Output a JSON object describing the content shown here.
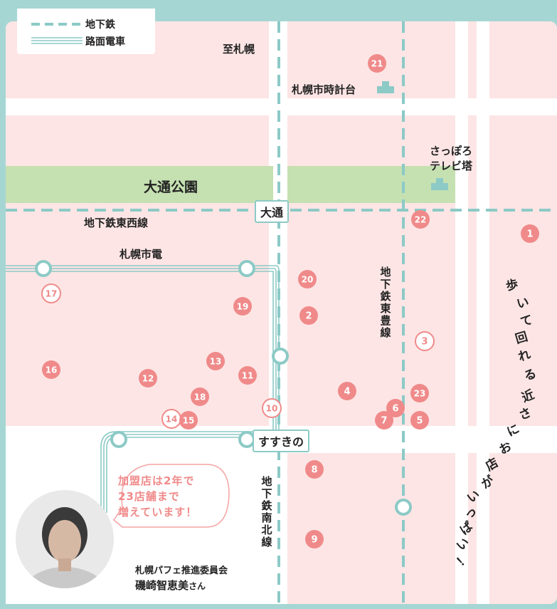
{
  "legend": {
    "subway": "地下鉄",
    "tram": "路面電車"
  },
  "labels": {
    "to_sapporo": "至札幌",
    "clock_tower": "札幌市時計台",
    "tv_tower": "さっぽろ\nテレビ塔",
    "odori_park": "大通公園",
    "tozai_line": "地下鉄東西線",
    "sapporo_tram": "札幌市電",
    "toho_line": "地下鉄東豊線",
    "namboku_line": "地下鉄南北線"
  },
  "stations": {
    "odori": "大通",
    "susukino": "すすきの"
  },
  "walk_text": [
    "歩",
    "い",
    "て",
    "回",
    "れ",
    "る",
    "近",
    "さ",
    "に",
    "お",
    "店",
    "が",
    "い",
    "っ",
    "ぱ",
    "い",
    "！"
  ],
  "quote": [
    "加盟店は2年で",
    "23店舗まで",
    "増えています！"
  ],
  "author": {
    "org": "札幌パフェ推進委員会",
    "name": "磯崎智恵美",
    "honorific": "さん"
  },
  "colors": {
    "pin_filled": "#f08a8a",
    "block": "#fde5e5",
    "park": "#c5e0b1",
    "line": "#8ccac6",
    "frame": "#a6d6d3"
  },
  "shops": [
    {
      "n": "1",
      "style": "filled"
    },
    {
      "n": "2",
      "style": "filled"
    },
    {
      "n": "3",
      "style": "outline"
    },
    {
      "n": "4",
      "style": "filled"
    },
    {
      "n": "5",
      "style": "filled"
    },
    {
      "n": "6",
      "style": "filled"
    },
    {
      "n": "7",
      "style": "filled"
    },
    {
      "n": "8",
      "style": "filled"
    },
    {
      "n": "9",
      "style": "filled"
    },
    {
      "n": "10",
      "style": "outline"
    },
    {
      "n": "11",
      "style": "filled"
    },
    {
      "n": "12",
      "style": "filled"
    },
    {
      "n": "13",
      "style": "filled"
    },
    {
      "n": "14",
      "style": "outline"
    },
    {
      "n": "15",
      "style": "filled"
    },
    {
      "n": "16",
      "style": "filled"
    },
    {
      "n": "17",
      "style": "outline"
    },
    {
      "n": "18",
      "style": "filled"
    },
    {
      "n": "19",
      "style": "filled"
    },
    {
      "n": "20",
      "style": "filled"
    },
    {
      "n": "21",
      "style": "filled"
    },
    {
      "n": "22",
      "style": "filled"
    },
    {
      "n": "23",
      "style": "filled"
    }
  ]
}
